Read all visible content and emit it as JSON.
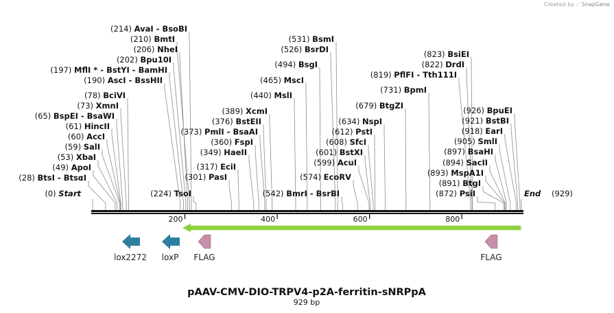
{
  "credit": {
    "prefix": "Created by",
    "brand": "SnapGene"
  },
  "title": "pAAV-CMV-DIO-TRPV4-p2A-ferritin-sNRPpA",
  "length_label": "929 bp",
  "axis": {
    "total": 929,
    "ticks": [
      200,
      400,
      600,
      800
    ]
  },
  "sites": [
    {
      "pos": "(214)",
      "name": "AvaI",
      "name2": "BsoBI",
      "at": 214
    },
    {
      "pos": "(210)",
      "name": "BmtI",
      "name2": "",
      "at": 210
    },
    {
      "pos": "(206)",
      "name": "NheI",
      "name2": "",
      "at": 206
    },
    {
      "pos": "(202)",
      "name": "Bpu10I",
      "name2": "",
      "at": 202
    },
    {
      "pos": "(197)",
      "name": "MflI",
      "star": true,
      "name2": "BstYI",
      "name3": "BamHI",
      "at": 197
    },
    {
      "pos": "(190)",
      "name": "AscI",
      "name2": "BssHII",
      "at": 190
    },
    {
      "pos": "(78)",
      "name": "BciVI",
      "name2": "",
      "at": 78
    },
    {
      "pos": "(73)",
      "name": "XmnI",
      "name2": "",
      "at": 73
    },
    {
      "pos": "(65)",
      "name": "BspEI",
      "name2": "BsaWI",
      "at": 65
    },
    {
      "pos": "(61)",
      "name": "HincII",
      "name2": "",
      "at": 61
    },
    {
      "pos": "(60)",
      "name": "AccI",
      "name2": "",
      "at": 60
    },
    {
      "pos": "(59)",
      "name": "SalI",
      "name2": "",
      "at": 59
    },
    {
      "pos": "(53)",
      "name": "XbaI",
      "name2": "",
      "at": 53
    },
    {
      "pos": "(49)",
      "name": "ApoI",
      "name2": "",
      "at": 49
    },
    {
      "pos": "(28)",
      "name": "BtsI",
      "name2": "BtsαI",
      "at": 28
    },
    {
      "pos": "(0)",
      "name": "Start",
      "name2": "",
      "at": 0,
      "italic": true
    },
    {
      "pos": "(224)",
      "name": "TsoI",
      "name2": "",
      "at": 224
    },
    {
      "pos": "(373)",
      "name": "PmlI",
      "name2": "BsaAI",
      "at": 373
    },
    {
      "pos": "(389)",
      "name": "XcmI",
      "name2": "",
      "at": 389
    },
    {
      "pos": "(376)",
      "name": "BstEII",
      "name2": "",
      "at": 376
    },
    {
      "pos": "(360)",
      "name": "FspI",
      "name2": "",
      "at": 360
    },
    {
      "pos": "(349)",
      "name": "HaeII",
      "name2": "",
      "at": 349
    },
    {
      "pos": "(317)",
      "name": "EciI",
      "name2": "",
      "at": 317
    },
    {
      "pos": "(301)",
      "name": "PasI",
      "name2": "",
      "at": 301
    },
    {
      "pos": "(531)",
      "name": "BsmI",
      "name2": "",
      "at": 531
    },
    {
      "pos": "(526)",
      "name": "BsrDI",
      "name2": "",
      "at": 526
    },
    {
      "pos": "(494)",
      "name": "BsgI",
      "name2": "",
      "at": 494
    },
    {
      "pos": "(465)",
      "name": "MscI",
      "name2": "",
      "at": 465
    },
    {
      "pos": "(440)",
      "name": "MslI",
      "name2": "",
      "at": 440
    },
    {
      "pos": "(542)",
      "name": "BmrI",
      "name2": "BsrBI",
      "at": 542
    },
    {
      "pos": "(574)",
      "name": "EcoRV",
      "name2": "",
      "at": 574
    },
    {
      "pos": "(599)",
      "name": "AcuI",
      "name2": "",
      "at": 599
    },
    {
      "pos": "(601)",
      "name": "BstXI",
      "name2": "",
      "at": 601
    },
    {
      "pos": "(608)",
      "name": "SfcI",
      "name2": "",
      "at": 608
    },
    {
      "pos": "(612)",
      "name": "PstI",
      "name2": "",
      "at": 612
    },
    {
      "pos": "(634)",
      "name": "NspI",
      "name2": "",
      "at": 634
    },
    {
      "pos": "(679)",
      "name": "BtgZI",
      "name2": "",
      "at": 679
    },
    {
      "pos": "(731)",
      "name": "BpmI",
      "name2": "",
      "at": 731
    },
    {
      "pos": "(819)",
      "name": "PflFI",
      "name2": "Tth111I",
      "at": 819
    },
    {
      "pos": "(822)",
      "name": "DrdI",
      "name2": "",
      "at": 822
    },
    {
      "pos": "(823)",
      "name": "BsiEI",
      "name2": "",
      "at": 823
    },
    {
      "pos": "(926)",
      "name": "BpuEI",
      "name2": "",
      "at": 926
    },
    {
      "pos": "(921)",
      "name": "BstBI",
      "name2": "",
      "at": 921
    },
    {
      "pos": "(918)",
      "name": "EarI",
      "name2": "",
      "at": 918
    },
    {
      "pos": "(905)",
      "name": "SmlI",
      "name2": "",
      "at": 905
    },
    {
      "pos": "(897)",
      "name": "BsaHI",
      "name2": "",
      "at": 897
    },
    {
      "pos": "(894)",
      "name": "SacII",
      "name2": "",
      "at": 894
    },
    {
      "pos": "(893)",
      "name": "MspA1I",
      "name2": "",
      "at": 893
    },
    {
      "pos": "(891)",
      "name": "BtgI",
      "name2": "",
      "at": 891
    },
    {
      "pos": "(872)",
      "name": "PsiI",
      "name2": "",
      "at": 872
    },
    {
      "pos": "(929)",
      "name": "End",
      "name2": "",
      "at": 929,
      "italic": true,
      "right": true
    }
  ],
  "features": [
    {
      "label": "lox2272",
      "color": "#2e7ea0",
      "kind": "arrow-left"
    },
    {
      "label": "loxP",
      "color": "#2e7ea0",
      "kind": "arrow-left"
    },
    {
      "label": "FLAG",
      "color": "#c88fa9",
      "kind": "tag-left"
    },
    {
      "label": "FLAG",
      "color": "#c88fa9",
      "kind": "tag-left"
    }
  ],
  "orf_color": "#8ccf3c"
}
